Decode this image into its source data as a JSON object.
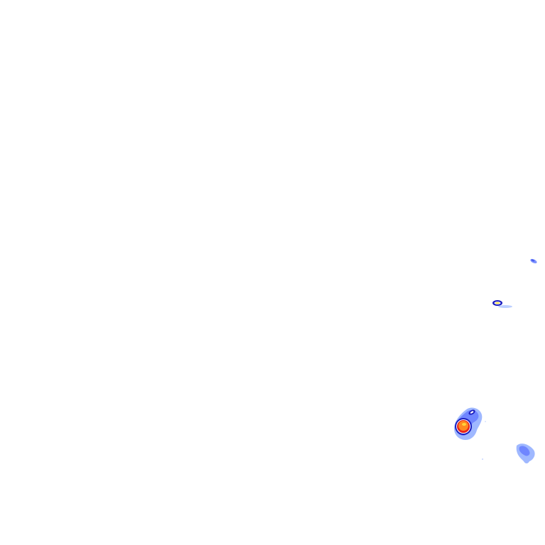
{
  "map": {
    "background_color": "#ffffff",
    "palette": {
      "light_blue": "#9fb8ff",
      "mid_blue": "#6f86ff",
      "blue": "#4a5cf0",
      "dark_blue": "#1c1fbf",
      "yellow": "#ffe24a",
      "orange": "#ff8a1f",
      "red": "#e8231c",
      "dark_red": "#b3121a"
    },
    "echoes": [
      {
        "name": "echo-small-upper-right",
        "intensity": "light"
      },
      {
        "name": "echo-elongated-right",
        "intensity": "moderate"
      },
      {
        "name": "echo-main-cell",
        "intensity": "heavy"
      },
      {
        "name": "echo-lower-right",
        "intensity": "light"
      }
    ]
  }
}
